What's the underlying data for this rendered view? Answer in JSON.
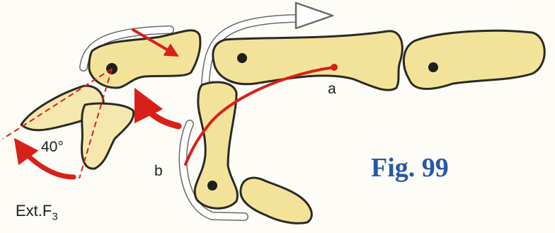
{
  "figure": {
    "title": "Fig. 99",
    "title_color": "#2a57a6",
    "point_a": "a",
    "point_b": "b",
    "angle": "40°",
    "muscle_name": "Ext.F",
    "muscle_subscript": "3"
  },
  "colors": {
    "bone_fill": "#f3e39a",
    "bone_outline": "#2a2a24",
    "tendon": "#ffffff",
    "arrows": "#d8201a",
    "joint_centers": "#1e1e1e"
  },
  "icons": [
    "white-hollow-arrow-icon",
    "red-curved-arrow-icon",
    "red-straight-arrow-icon",
    "red-rotation-arrow-icon"
  ]
}
